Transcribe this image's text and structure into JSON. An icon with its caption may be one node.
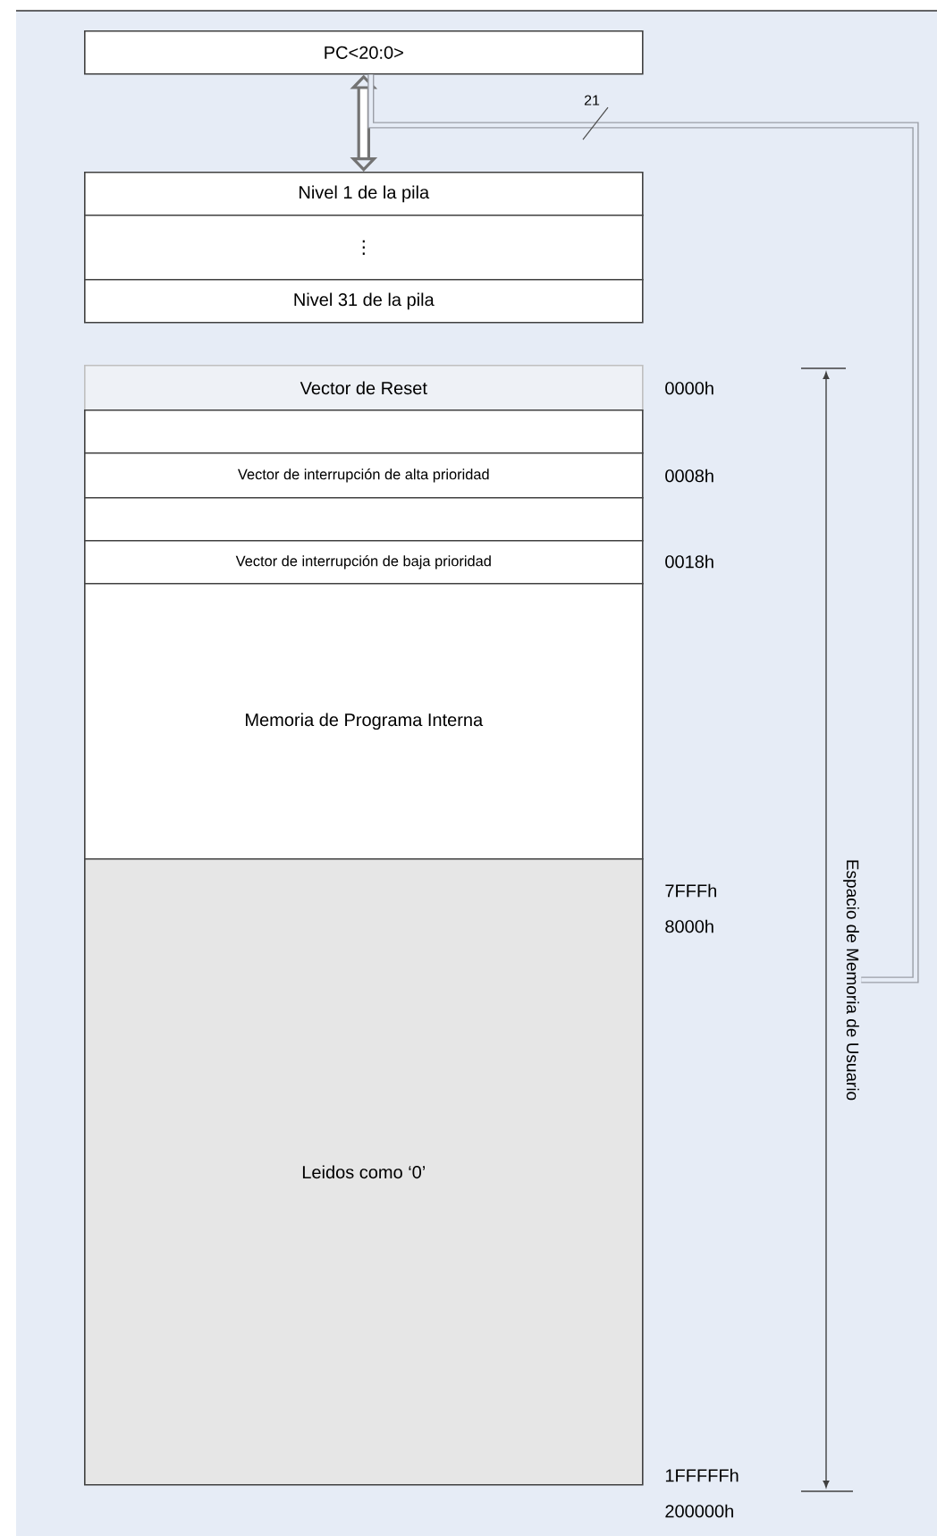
{
  "diagram": {
    "nodes": [
      {
        "text": [
          "PC<20:0>"
        ]
      },
      {
        "text": [
          "Nivel 1 de la pila"
        ]
      },
      {
        "text": [
          "⋮"
        ]
      },
      {
        "text": [
          "Nivel 31 de la pila"
        ]
      },
      {
        "text": [
          "Vector de Reset"
        ]
      },
      {
        "text": [],
        "shape": "box"
      },
      {
        "text": [
          "Vector de interrupción de alta prioridad"
        ]
      },
      {
        "text": [],
        "shape": "box"
      },
      {
        "text": [
          "Vector de interrupción de baja prioridad"
        ]
      },
      {
        "text": [
          "Memoria de Programa Interna"
        ]
      },
      {
        "text": [
          "Leidos como ‘0’"
        ]
      },
      {
        "text": [
          "Espacio de Memoria de Usuario"
        ]
      }
    ],
    "edges": [
      {
        "from": 0,
        "to": 1,
        "arrow": "both",
        "style": "thick"
      },
      {
        "from": 0,
        "to": 11,
        "arrow": "none",
        "label": "21"
      }
    ],
    "labels": [
      "0000h",
      "0008h",
      "0018h",
      "7FFFh",
      "8000h",
      "1FFFFFh",
      "200000h"
    ]
  }
}
